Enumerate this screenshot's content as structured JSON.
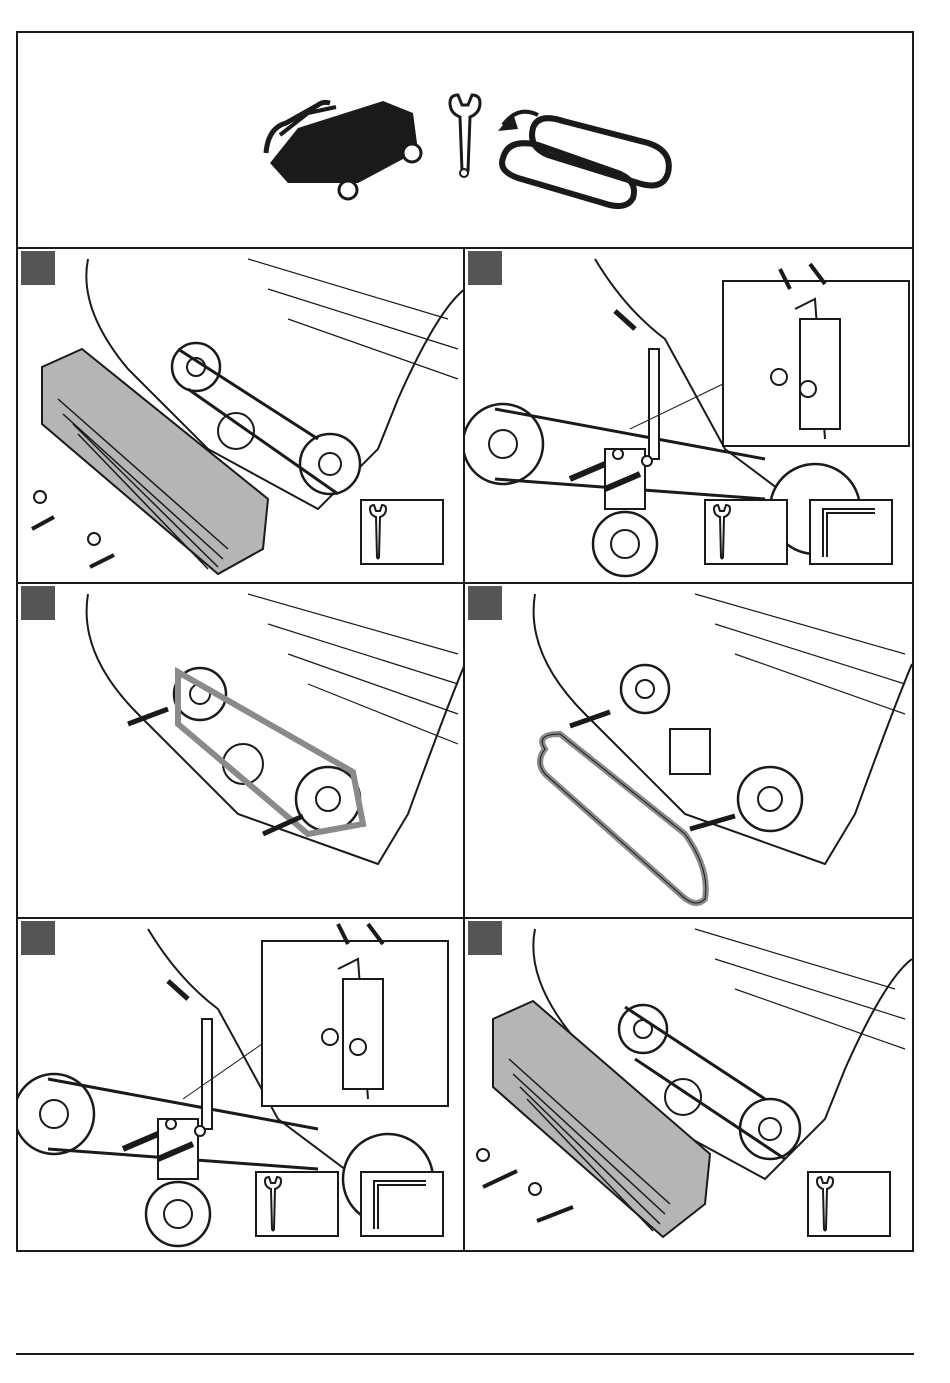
{
  "header": {
    "icons": [
      "lawn-mower-icon",
      "wrench-icon",
      "drive-belt-icon"
    ]
  },
  "steps": [
    {
      "position": "top-left",
      "tools": [
        "wrench-icon"
      ]
    },
    {
      "position": "top-right",
      "tools": [
        "wrench-icon",
        "hex-key-icon"
      ]
    },
    {
      "position": "middle-left",
      "tools": []
    },
    {
      "position": "middle-right",
      "tools": []
    },
    {
      "position": "bottom-left",
      "tools": [
        "wrench-icon",
        "hex-key-icon"
      ]
    },
    {
      "position": "bottom-right",
      "tools": [
        "wrench-icon"
      ]
    }
  ],
  "colors": {
    "line": "#1a1a1a",
    "badge": "#555555",
    "cover": "#b5b5b5",
    "belt": "#8a8a8a"
  }
}
